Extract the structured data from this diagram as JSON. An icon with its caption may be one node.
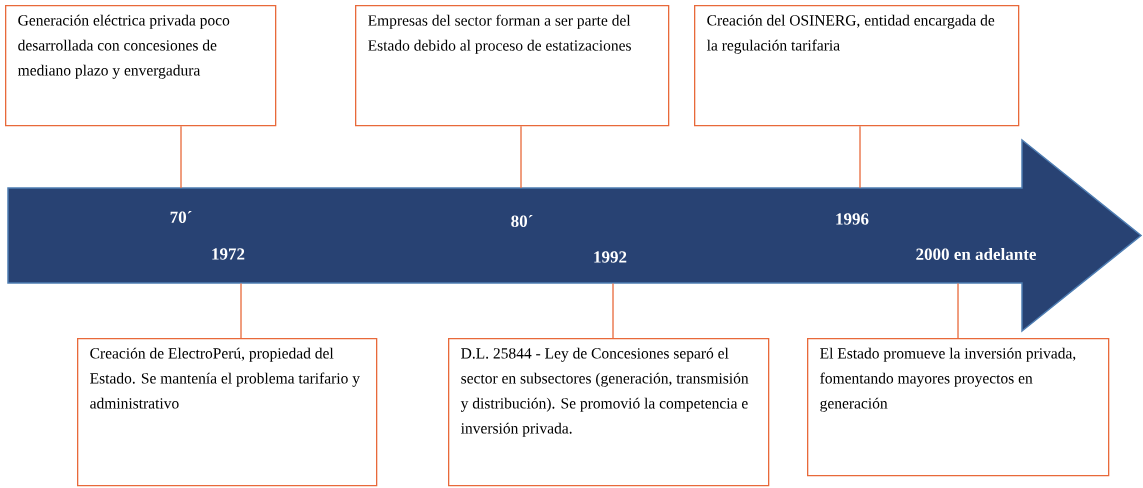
{
  "diagram": {
    "nodes": [
      {
        "text": [
          "Generación eléctrica privada poco desarrollada con concesiones de mediano plazo y envergadura"
        ]
      },
      {
        "text": [
          "Empresas del sector forman a ser parte del Estado debido al proceso de estatizaciones"
        ]
      },
      {
        "text": [
          "Creación del OSINERG, entidad encargada de la regulación tarifaria"
        ]
      },
      {
        "text": [],
        "shape": "arrow"
      },
      {
        "text": [
          "Creación de ElectroPerú, propiedad del Estado. Se mantenía el problema tarifario y administrativo"
        ]
      },
      {
        "text": [
          "D.L. 25844 - Ley de Concesiones separó el sector en subsectores (generación, transmisión y distribución). Se promovió la competencia e inversión privada."
        ]
      },
      {
        "text": [
          "El Estado promueve la inversión privada, fomentando mayores proyectos en generación"
        ]
      }
    ],
    "edges": [
      {
        "from": 0,
        "to": 3,
        "arrow": "none"
      },
      {
        "from": 1,
        "to": 3,
        "arrow": "none"
      },
      {
        "from": 2,
        "to": 3,
        "arrow": "none"
      },
      {
        "from": 4,
        "to": 3,
        "arrow": "none"
      },
      {
        "from": 5,
        "to": 3,
        "arrow": "none"
      },
      {
        "from": 6,
        "to": 3,
        "arrow": "none"
      }
    ],
    "labels": [
      "70´",
      "80´",
      "1996",
      "1972",
      "1992",
      "2000 en adelante"
    ]
  }
}
